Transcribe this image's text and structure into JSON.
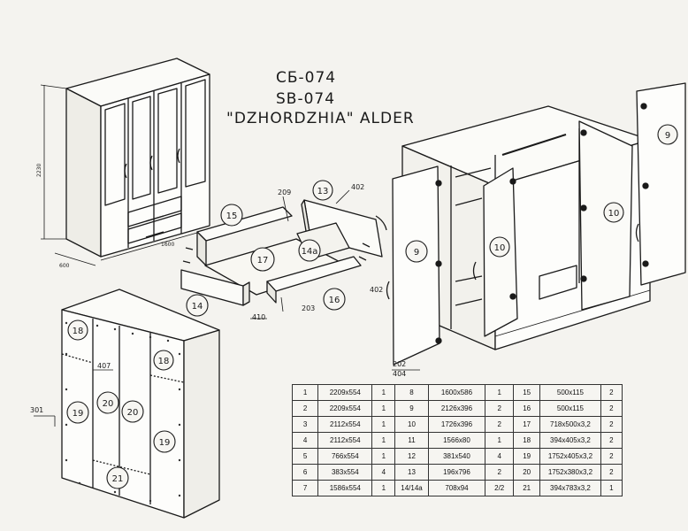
{
  "title": {
    "model_cyr": "СБ-074",
    "model_lat": "SB-074",
    "name": "\"DZHORDZHIA\" ALDER"
  },
  "dimensions": {
    "height": "2230",
    "width": "1600",
    "depth": "600"
  },
  "callouts": {
    "c9": "9",
    "c10": "10",
    "c13": "13",
    "c14": "14",
    "c14a": "14a",
    "c15": "15",
    "c16": "16",
    "c17": "17",
    "c18": "18",
    "c19": "19",
    "c20": "20",
    "c21": "21",
    "f209": "209",
    "f402": "402",
    "f410": "410",
    "f203": "203",
    "f202": "202",
    "f404": "404",
    "f407": "407",
    "f301": "301"
  },
  "parts_table": {
    "rows": [
      [
        "1",
        "2209x554",
        "1",
        "8",
        "1600x586",
        "1",
        "15",
        "500x115",
        "2"
      ],
      [
        "2",
        "2209x554",
        "1",
        "9",
        "2126x396",
        "2",
        "16",
        "500x115",
        "2"
      ],
      [
        "3",
        "2112x554",
        "1",
        "10",
        "1726x396",
        "2",
        "17",
        "718x500x3,2",
        "2"
      ],
      [
        "4",
        "2112x554",
        "1",
        "11",
        "1566x80",
        "1",
        "18",
        "394x405x3,2",
        "2"
      ],
      [
        "5",
        "766x554",
        "1",
        "12",
        "381x540",
        "4",
        "19",
        "1752x405x3,2",
        "2"
      ],
      [
        "6",
        "383x554",
        "4",
        "13",
        "196x796",
        "2",
        "20",
        "1752x380x3,2",
        "2"
      ],
      [
        "7",
        "1586x554",
        "1",
        "14/14a",
        "708x94",
        "2/2",
        "21",
        "394x783x3,2",
        "1"
      ]
    ]
  }
}
